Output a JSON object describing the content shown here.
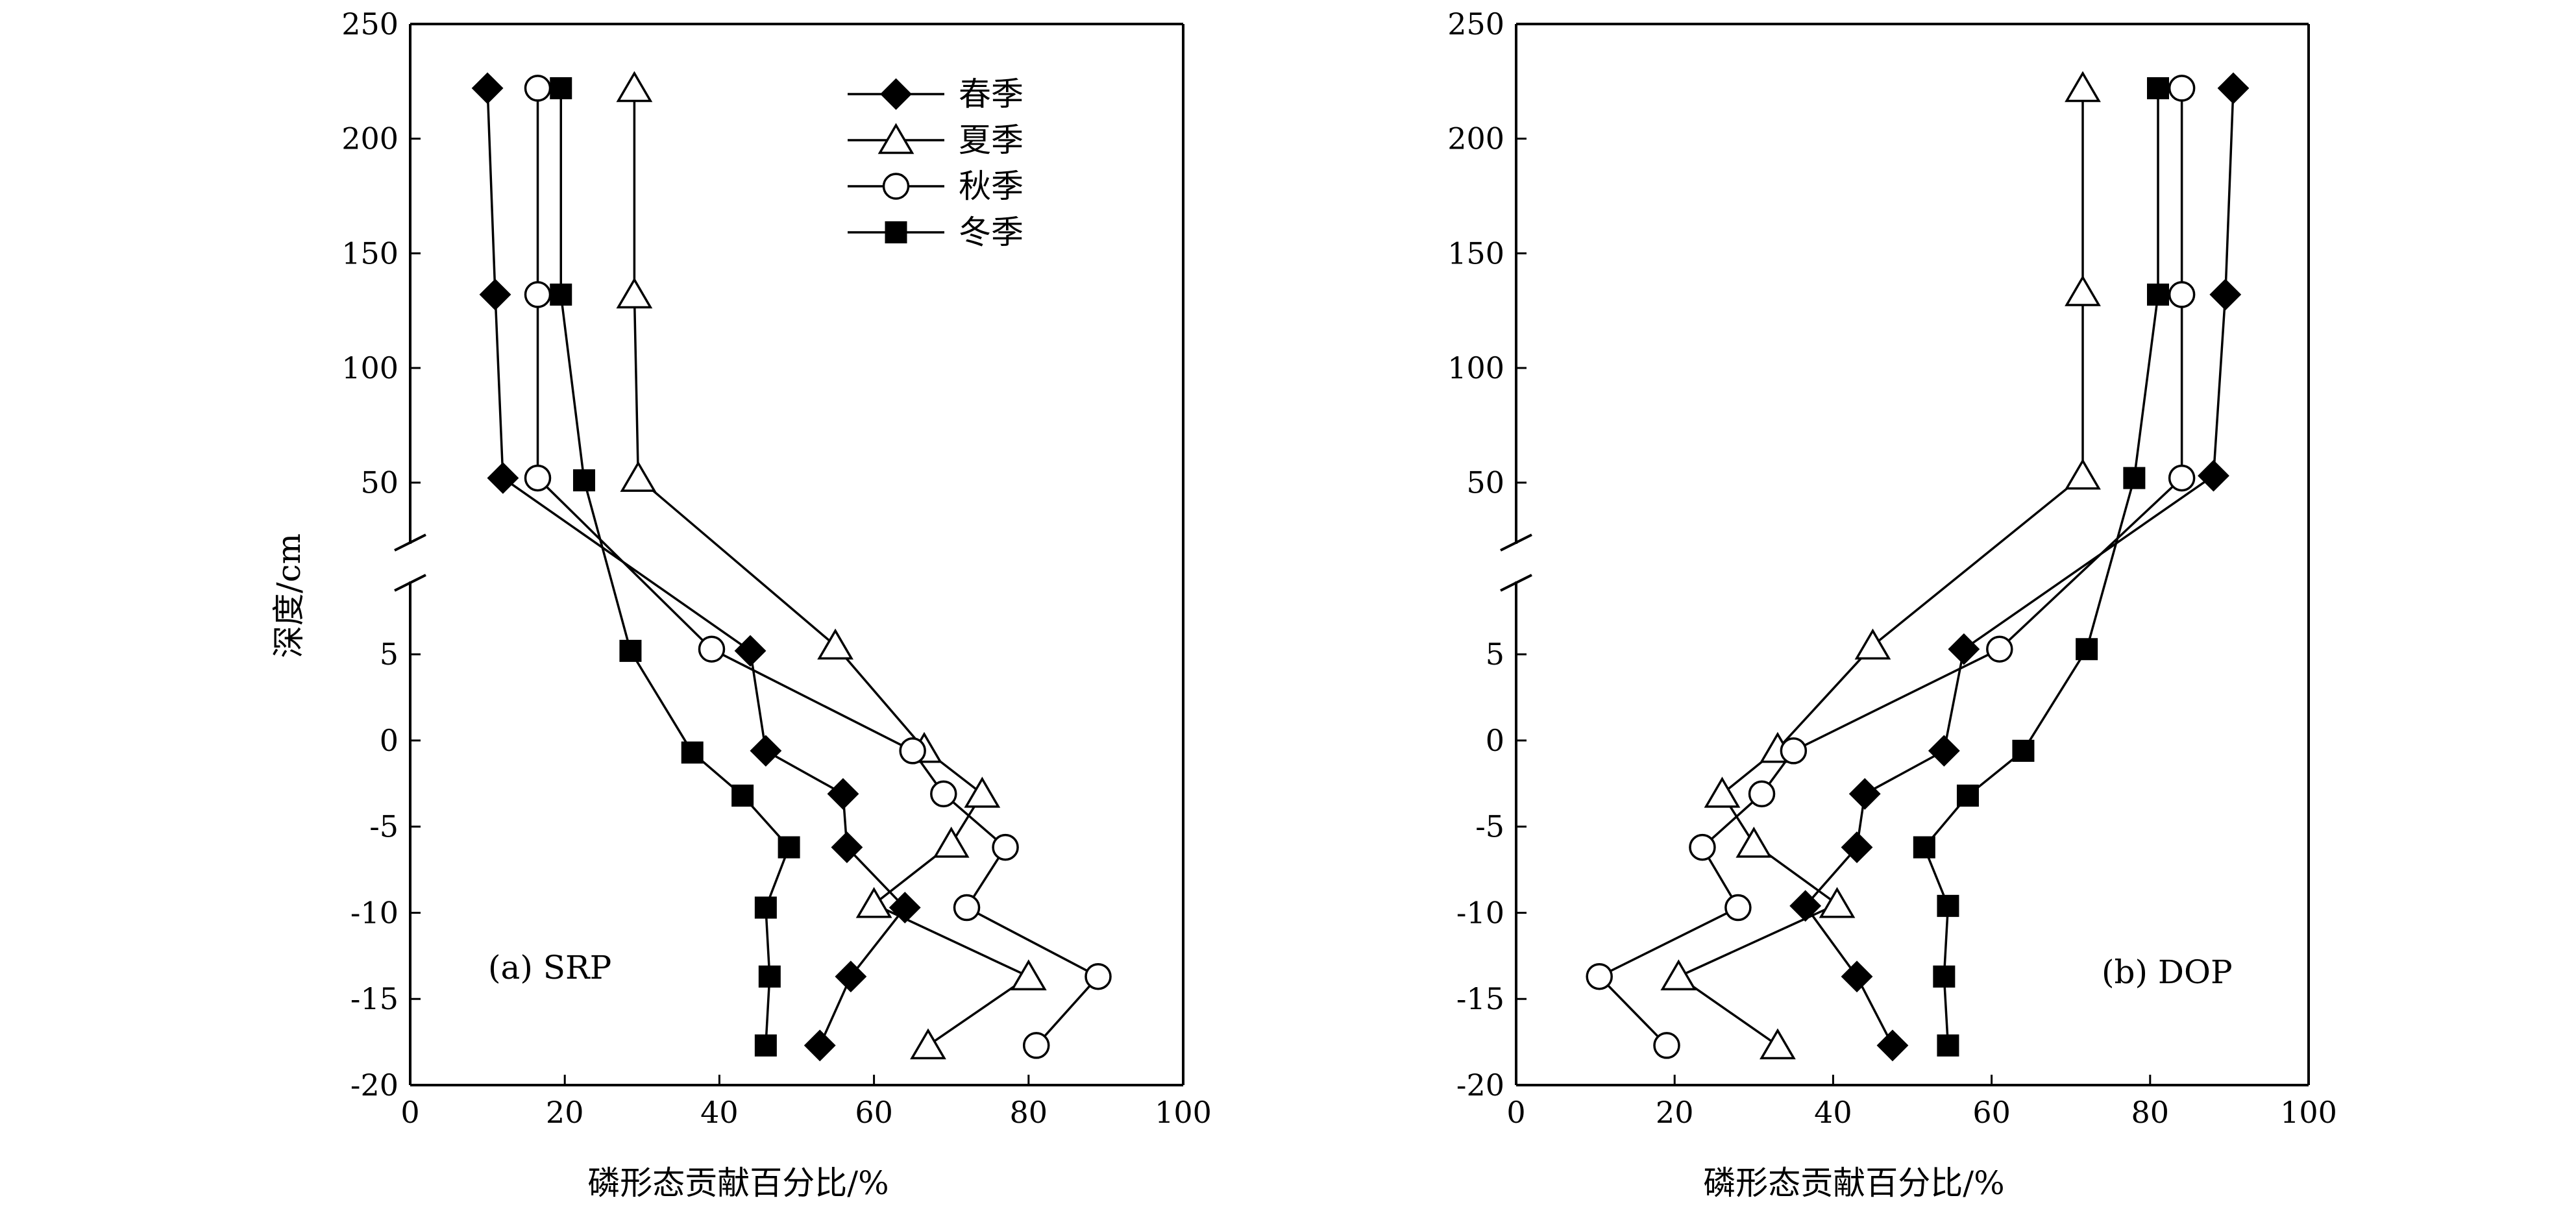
{
  "xlabel": "磷形态贡献百分比/%",
  "ylabel": "深度/cm",
  "legend": [
    {
      "label": "春季",
      "marker": "filled-diamond"
    },
    {
      "label": "夏季",
      "marker": "open-triangle"
    },
    {
      "label": "秋季",
      "marker": "open-circle"
    },
    {
      "label": "冬季",
      "marker": "filled-square"
    }
  ],
  "x_ticks": [
    "0",
    "20",
    "40",
    "60",
    "80",
    "100"
  ],
  "y_ticks_upper": [
    "250",
    "200",
    "150",
    "100",
    "50"
  ],
  "y_ticks_lower": [
    "5",
    "0",
    "-5",
    "-10",
    "-15",
    "-20"
  ],
  "chart_data": [
    {
      "type": "line",
      "panel_label": "(a) SRP",
      "xlabel": "磷形态贡献百分比/%",
      "ylabel": "深度/cm",
      "xlim": [
        0,
        100
      ],
      "ylim_upper": [
        25,
        250
      ],
      "ylim_lower": [
        -20,
        9
      ],
      "axis_break": true,
      "grid": false,
      "legend_position": "top-right",
      "series": [
        {
          "name": "春季",
          "marker": "filled-diamond",
          "points": [
            [
              10,
              222
            ],
            [
              11,
              132
            ],
            [
              12,
              52
            ],
            [
              44,
              5.2
            ],
            [
              46,
              -0.6
            ],
            [
              56,
              -3.1
            ],
            [
              56.5,
              -6.2
            ],
            [
              64,
              -9.7
            ],
            [
              57,
              -13.7
            ],
            [
              53,
              -17.7
            ]
          ]
        },
        {
          "name": "夏季",
          "marker": "open-triangle",
          "points": [
            [
              29,
              222
            ],
            [
              29,
              132
            ],
            [
              29.5,
              52
            ],
            [
              55,
              5.5
            ],
            [
              66.5,
              -0.5
            ],
            [
              74,
              -3.1
            ],
            [
              70,
              -6.0
            ],
            [
              60,
              -9.5
            ],
            [
              80,
              -13.7
            ],
            [
              67,
              -17.7
            ]
          ]
        },
        {
          "name": "秋季",
          "marker": "open-circle",
          "points": [
            [
              16.5,
              222
            ],
            [
              16.5,
              132
            ],
            [
              16.5,
              52
            ],
            [
              39,
              5.3
            ],
            [
              65,
              -0.6
            ],
            [
              69,
              -3.1
            ],
            [
              77,
              -6.2
            ],
            [
              72,
              -9.7
            ],
            [
              89,
              -13.7
            ],
            [
              81,
              -17.7
            ]
          ]
        },
        {
          "name": "冬季",
          "marker": "filled-square",
          "points": [
            [
              19.5,
              222
            ],
            [
              19.5,
              132
            ],
            [
              22.5,
              51
            ],
            [
              28.5,
              5.2
            ],
            [
              36.5,
              -0.7
            ],
            [
              43,
              -3.2
            ],
            [
              49,
              -6.2
            ],
            [
              46,
              -9.7
            ],
            [
              46.5,
              -13.7
            ],
            [
              46,
              -17.7
            ]
          ]
        }
      ]
    },
    {
      "type": "line",
      "panel_label": "(b) DOP",
      "xlabel": "磷形态贡献百分比/%",
      "ylabel": "",
      "xlim": [
        0,
        100
      ],
      "ylim_upper": [
        25,
        250
      ],
      "ylim_lower": [
        -20,
        9
      ],
      "axis_break": true,
      "grid": false,
      "legend_position": "none",
      "series": [
        {
          "name": "春季",
          "marker": "filled-diamond",
          "points": [
            [
              90.5,
              222
            ],
            [
              89.5,
              132
            ],
            [
              88,
              53
            ],
            [
              56.5,
              5.3
            ],
            [
              54,
              -0.6
            ],
            [
              44,
              -3.1
            ],
            [
              43,
              -6.2
            ],
            [
              36.5,
              -9.6
            ],
            [
              43,
              -13.7
            ],
            [
              47.5,
              -17.7
            ]
          ]
        },
        {
          "name": "夏季",
          "marker": "open-triangle",
          "points": [
            [
              71.5,
              222
            ],
            [
              71.5,
              133
            ],
            [
              71.5,
              53
            ],
            [
              45,
              5.5
            ],
            [
              33,
              -0.5
            ],
            [
              26,
              -3.1
            ],
            [
              30,
              -6.0
            ],
            [
              40.5,
              -9.5
            ],
            [
              20.5,
              -13.7
            ],
            [
              33,
              -17.7
            ]
          ]
        },
        {
          "name": "秋季",
          "marker": "open-circle",
          "points": [
            [
              84,
              222
            ],
            [
              84,
              132
            ],
            [
              84,
              52
            ],
            [
              61,
              5.3
            ],
            [
              35,
              -0.6
            ],
            [
              31,
              -3.1
            ],
            [
              23.5,
              -6.2
            ],
            [
              28,
              -9.7
            ],
            [
              10.5,
              -13.7
            ],
            [
              19,
              -17.7
            ]
          ]
        },
        {
          "name": "冬季",
          "marker": "filled-square",
          "points": [
            [
              81,
              222
            ],
            [
              81,
              132
            ],
            [
              78,
              52
            ],
            [
              72,
              5.3
            ],
            [
              64,
              -0.6
            ],
            [
              57,
              -3.2
            ],
            [
              51.5,
              -6.2
            ],
            [
              54.5,
              -9.6
            ],
            [
              54,
              -13.7
            ],
            [
              54.5,
              -17.7
            ]
          ]
        }
      ]
    }
  ]
}
